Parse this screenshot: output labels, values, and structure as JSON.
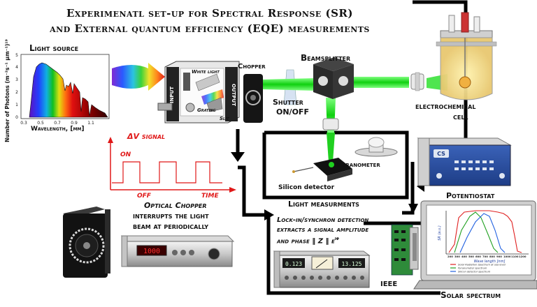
{
  "title": {
    "line1": "Experimenatl set-up for Spectral Response (SR)",
    "line2": "and External quantum efficiency (EQE) measurements"
  },
  "light_source": {
    "label": "Light source",
    "y_axis_label": "Number of Photons (m⁻²s⁻¹ μm⁻¹)¹⁹",
    "x_axis_label": "Wavelength, [μm]",
    "x_ticks": [
      "0.3",
      "0.5",
      "0.7",
      "0.9",
      "1.1"
    ],
    "y_ticks": [
      "0",
      "1",
      "2",
      "3",
      "4",
      "5"
    ]
  },
  "monochromator": {
    "input_label": "INPUT",
    "output_label": "OUTPUT",
    "white_light_label": "White light",
    "grating_label": "Grating",
    "slit_label": "Slit"
  },
  "chopper_label": "Chopper",
  "shutter_label": "Shutter",
  "shutter_state": "ON/OFF",
  "beamsplitter_label": "Beamsplitter",
  "electrochemical_cell": {
    "line1": "electrochemical",
    "line2": "cell"
  },
  "signal_plot": {
    "title": "ΔV signal",
    "on_label": "ON",
    "off_label": "OFF",
    "time_label": "TIME"
  },
  "pyranometer_label": "Pyranometer",
  "silicon_detector_label": "Silicon detector",
  "light_measurements_label": "Light measurments",
  "potentiostat": {
    "label": "Potentiostat",
    "device_badge": "CS"
  },
  "optical_chopper": {
    "line1": "Optical Chopper",
    "line2": "interrupts the light",
    "line3": "beam at periodically"
  },
  "lockin": {
    "line1": "Lock-in/synchron detection",
    "line2": "extracts a signal amplitude",
    "line3": "and phase ‖ Z ‖ e",
    "phase_exponent": "iφ",
    "readout1": "0.123",
    "readout2": "13.125"
  },
  "chopper_controller_readout": "1000",
  "ieee_label": "IEEE",
  "solar_spectrum": {
    "label": "Solar spectrum",
    "y_axis_label": "SR (a.u.)",
    "x_axis_label": "Wave length [nm]",
    "x_ticks": [
      "200",
      "300",
      "400",
      "500",
      "600",
      "700",
      "800",
      "900",
      "1000",
      "1100",
      "1200"
    ],
    "legend": [
      {
        "name": "Solar Radiation Spectrum at sea level",
        "color": "#e02020"
      },
      {
        "name": "Pyranometer spectrum",
        "color": "#20a020"
      },
      {
        "name": "Silicon detector spectrum",
        "color": "#2060e0"
      }
    ]
  },
  "colors": {
    "beam_green": "#22dd22",
    "signal_red": "#e01818",
    "frame_black": "#000000"
  }
}
